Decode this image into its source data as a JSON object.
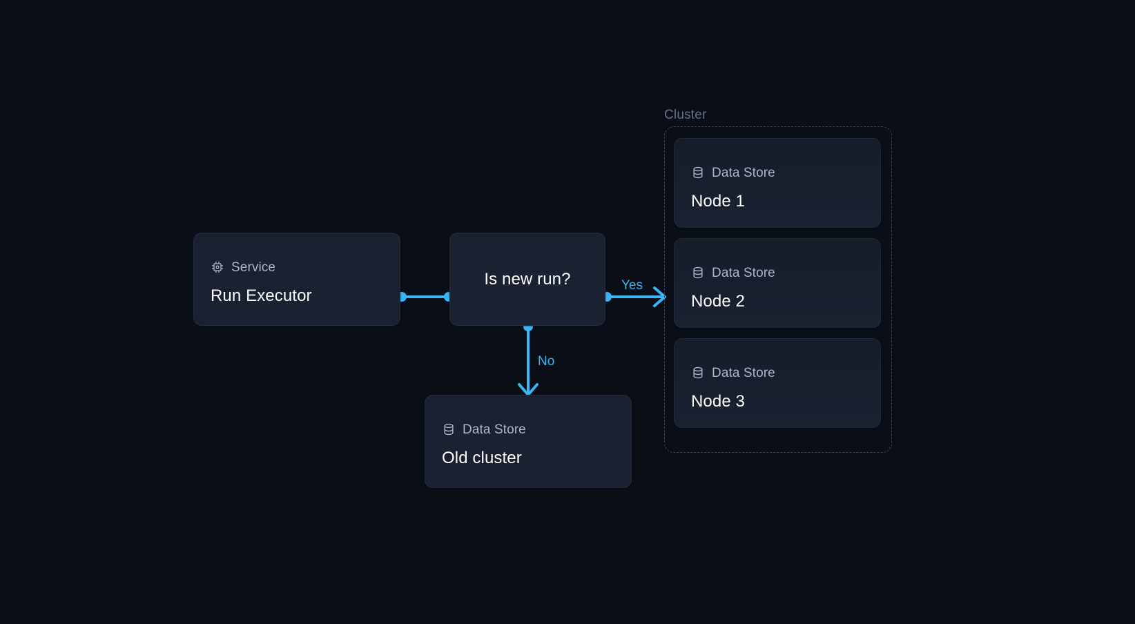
{
  "diagram": {
    "background_color": "#0a0e17",
    "accent_color": "#38b6f5",
    "card_color": "#1a2130",
    "group_border_color": "#394457"
  },
  "nodes": {
    "service": {
      "kind": "Service",
      "kind_icon": "cpu-chip-icon",
      "title": "Run Executor"
    },
    "decision": {
      "title": "Is new run?"
    },
    "old_cluster": {
      "kind": "Data Store",
      "kind_icon": "database-icon",
      "title": "Old cluster"
    }
  },
  "cluster": {
    "label": "Cluster",
    "nodes": [
      {
        "kind": "Data Store",
        "kind_icon": "database-icon",
        "title": "Node 1"
      },
      {
        "kind": "Data Store",
        "kind_icon": "database-icon",
        "title": "Node 2"
      },
      {
        "kind": "Data Store",
        "kind_icon": "database-icon",
        "title": "Node 3"
      }
    ]
  },
  "edges": {
    "service_to_decision": {
      "label": ""
    },
    "decision_to_cluster": {
      "label": "Yes"
    },
    "decision_to_old": {
      "label": "No"
    }
  }
}
